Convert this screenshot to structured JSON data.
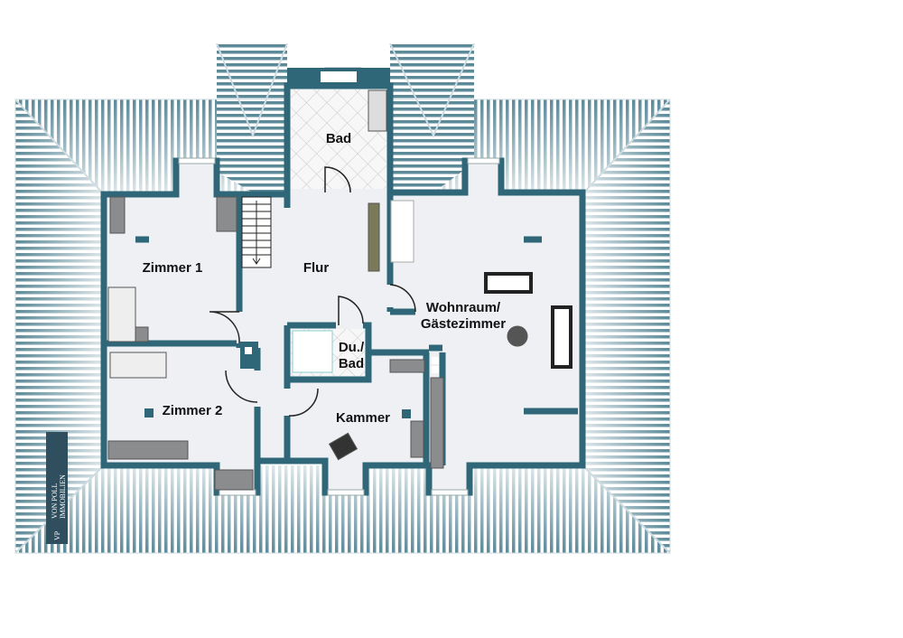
{
  "plan": {
    "rooms": {
      "bad_top": "Bad",
      "zimmer1": "Zimmer 1",
      "flur": "Flur",
      "wohnraum_line1": "Wohnraum/",
      "wohnraum_line2": "Gästezimmer",
      "dubad_line1": "Du./",
      "dubad_line2": "Bad",
      "kammer": "Kammer",
      "zimmer2": "Zimmer 2"
    },
    "logo": {
      "initials": "VP",
      "name": "VON POLL",
      "sub": "IMMOBILIEN"
    },
    "colors": {
      "wall": "#2f6778",
      "floor": "#eef0f4",
      "roof": "#7fa3b0"
    }
  }
}
